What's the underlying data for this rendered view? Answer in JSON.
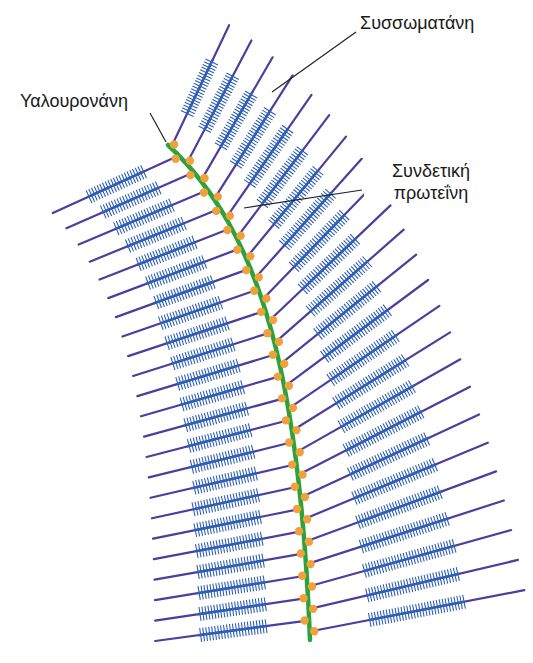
{
  "diagram": {
    "labels": [
      "Υαλουρονάνη",
      "Συσσωματάνη",
      "Συνδετική πρωτεΐνη"
    ]
  }
}
